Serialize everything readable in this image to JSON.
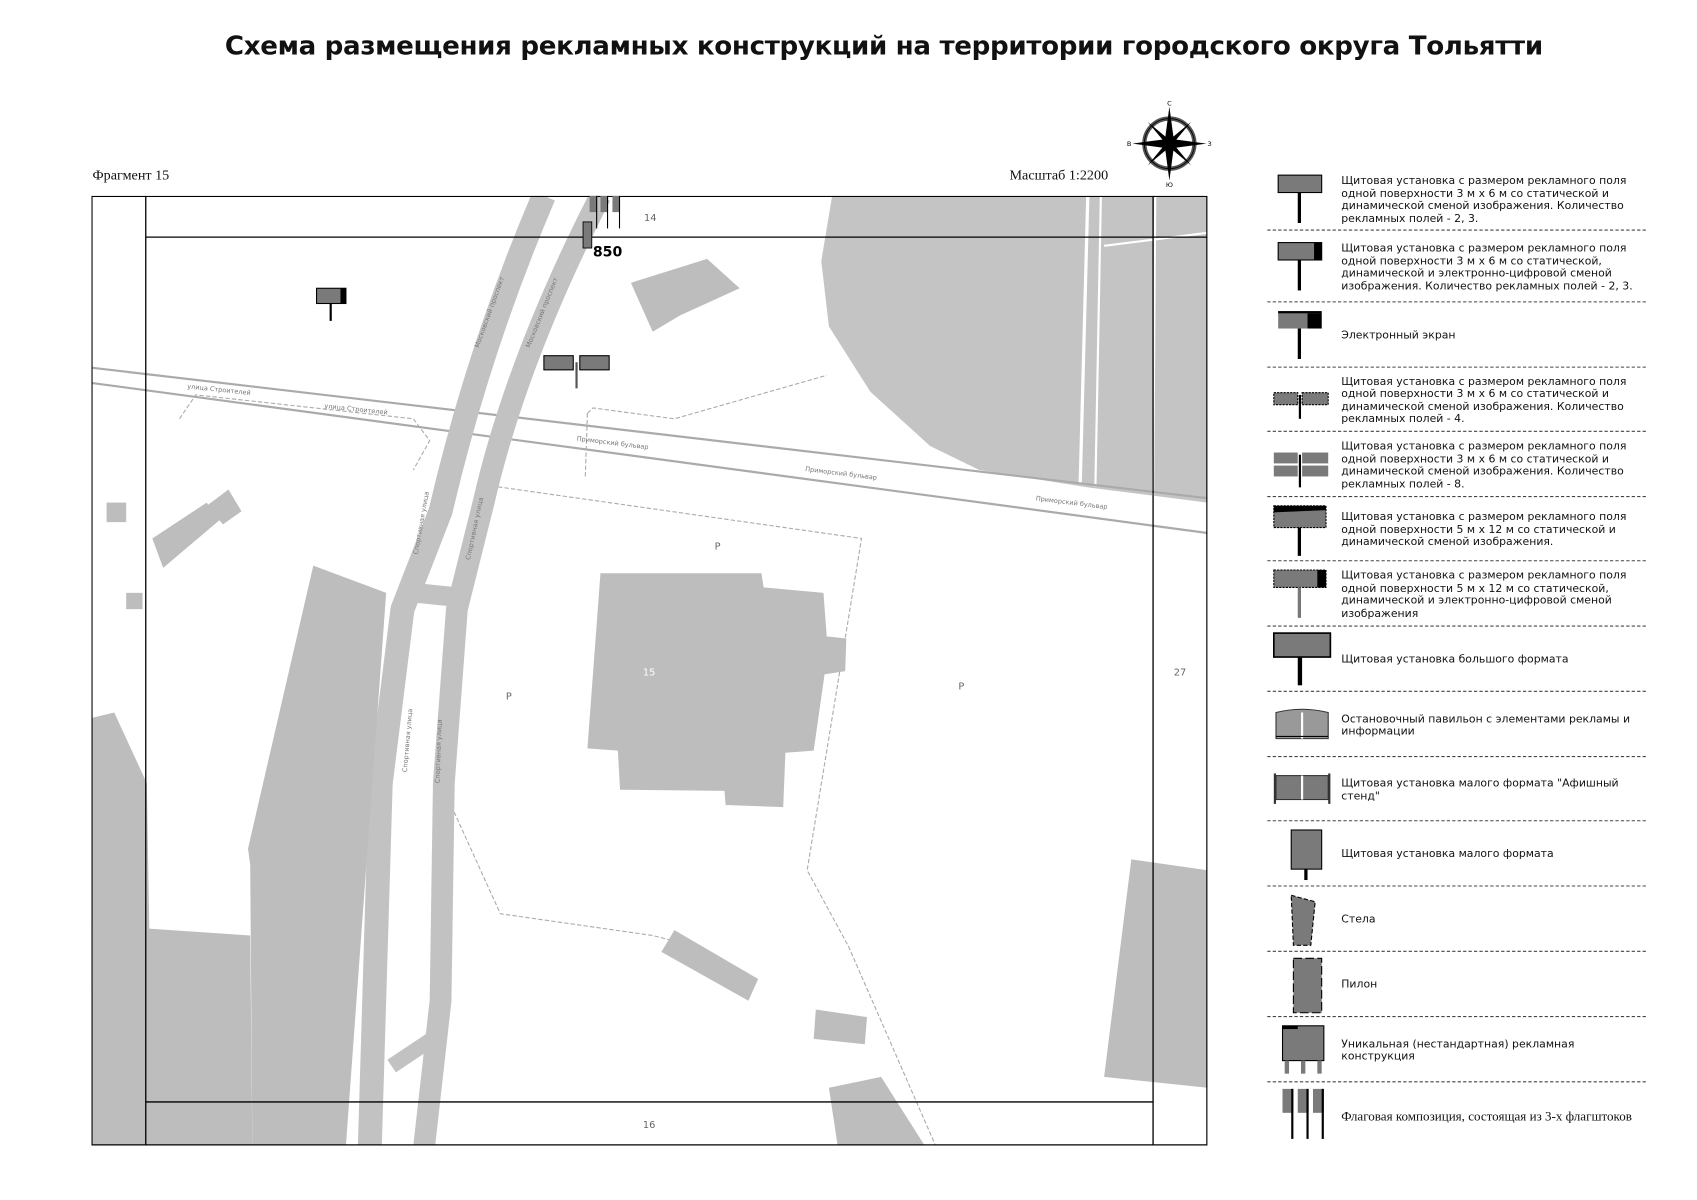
{
  "title": "Схема размещения рекламных конструкций на территории городского округа Тольятти",
  "fragment_label": "Фрагмент 15",
  "scale_label": "Масштаб 1:2200",
  "compass": {
    "north": "С",
    "south": "Ю",
    "west": "В",
    "east": "З"
  },
  "map": {
    "sheet_numbers": {
      "top": "14",
      "center": "15",
      "right": "27",
      "bottom": "16"
    },
    "construction_number": "850",
    "parking_marker": "Р",
    "streets": {
      "stroiteley": "улица Строителей",
      "primorsky": "Приморский бульвар",
      "sportivnaya": "Спортивная улица",
      "moskovsky": "Московский проспект"
    },
    "colors": {
      "building": "#bdbdbd",
      "road": "#c2c2c2",
      "marker": "#7a7a7a",
      "line": "#aaaaaa"
    }
  },
  "legend": [
    {
      "icon": "billboard-3x6",
      "text": "Щитовая установка с размером рекламного поля одной поверхности 3 м х 6 м со статической и динамической сменой изображения. Количество рекламных полей - 2, 3."
    },
    {
      "icon": "billboard-3x6-digital",
      "text": "Щитовая установка с размером рекламного поля одной поверхности 3 м х 6 м со статической, динамической и электронно-цифровой сменой изображения. Количество рекламных полей - 2, 3."
    },
    {
      "icon": "electronic-screen",
      "text": "Электронный экран"
    },
    {
      "icon": "billboard-4-fields",
      "text": "Щитовая установка с размером рекламного поля одной поверхности 3 м х 6 м со статической и динамической сменой изображения. Количество рекламных полей - 4."
    },
    {
      "icon": "billboard-8-fields",
      "text": "Щитовая установка с размером рекламного поля одной поверхности 3 м х 6 м со статической и динамической сменой изображения. Количество рекламных полей - 8."
    },
    {
      "icon": "billboard-5x12",
      "text": "Щитовая установка с размером рекламного поля одной поверхности 5 м х 12 м со статической и динамической сменой изображения."
    },
    {
      "icon": "billboard-5x12-digital",
      "text": "Щитовая установка с размером рекламного поля одной поверхности 5 м х 12 м со статической, динамической и электронно-цифровой сменой изображения"
    },
    {
      "icon": "large-format-billboard",
      "text": "Щитовая установка большого формата"
    },
    {
      "icon": "bus-stop-pavilion",
      "text": "Остановочный павильон с элементами рекламы и информации"
    },
    {
      "icon": "poster-stand",
      "text": "Щитовая установка малого формата \"Афишный стенд\""
    },
    {
      "icon": "small-format-billboard",
      "text": "Щитовая установка малого формата"
    },
    {
      "icon": "stele",
      "text": "Стела"
    },
    {
      "icon": "pylon",
      "text": "Пилон"
    },
    {
      "icon": "unique-construction",
      "text": "Уникальная (нестандартная) рекламная конструкция"
    },
    {
      "icon": "flag-composition",
      "text": "Флаговая композиция, состоящая из 3-х флагштоков"
    }
  ]
}
